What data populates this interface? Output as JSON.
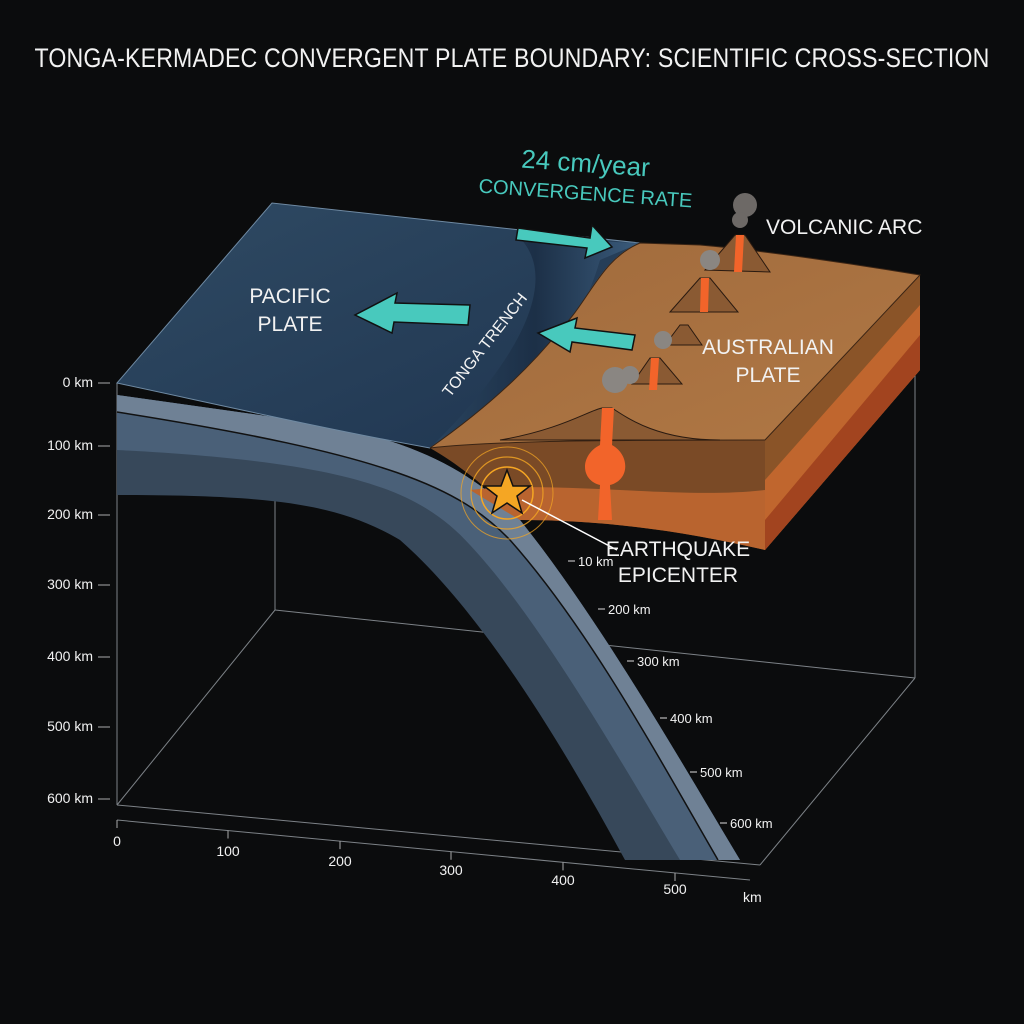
{
  "title": "TONGA-KERMADEC CONVERGENT PLATE BOUNDARY: SCIENTIFIC CROSS-SECTION",
  "labels": {
    "rate_value": "24 cm/year",
    "rate_caption": "CONVERGENCE RATE",
    "volcanic_arc": "VOLCANIC ARC",
    "pacific_plate": [
      "PACIFIC",
      "PLATE"
    ],
    "australian_plate": [
      "AUSTRALIAN",
      "PLATE"
    ],
    "tonga_trench": "TONGA TRENCH",
    "earthquake": [
      "EARTHQUAKE",
      "EPICENTER"
    ]
  },
  "depth_axis": [
    "0 km",
    "100 km",
    "200 km",
    "300 km",
    "400 km",
    "500 km",
    "600 km"
  ],
  "distance_axis": [
    "0",
    "100",
    "200",
    "300",
    "400",
    "500"
  ],
  "distance_unit": "km",
  "slab_depths": [
    "10 km",
    "200 km",
    "300 km",
    "400 km",
    "500 km",
    "600 km"
  ],
  "colors": {
    "background": "#0b0c0d",
    "ocean": "#2e4a63",
    "continental_crust": "#a8703f",
    "slab": "#4b5e72",
    "magma": "#f2642a",
    "arrow": "#48c9bd",
    "epicenter": "#f5a623"
  },
  "icons": [
    "convergence-arrow",
    "star-epicenter",
    "volcano",
    "smoke-plume"
  ]
}
